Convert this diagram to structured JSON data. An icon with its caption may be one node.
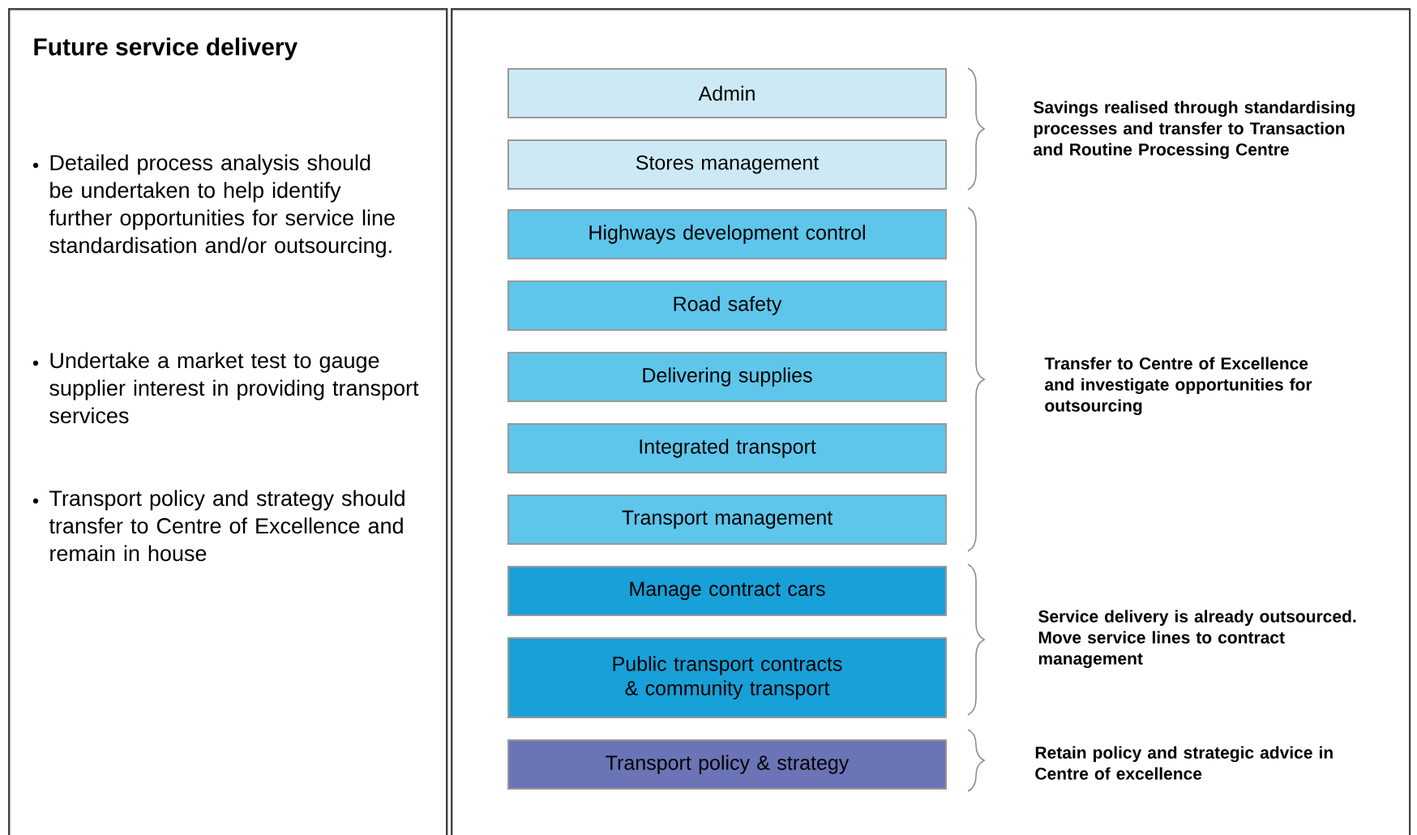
{
  "diagram": {
    "nodes": [
      {
        "text": [
          "Future service delivery",
          "Detailed process analysis should be undertaken to help identify further opportunities for service line standardisation and/or outsourcing.",
          "Undertake a market test to gauge supplier interest in providing transport services",
          "Transport policy and strategy should transfer to Centre of Excellence and remain in house"
        ]
      },
      {
        "text": [],
        "shape": "box"
      },
      {
        "text": [
          "Admin"
        ],
        "in": 1
      },
      {
        "text": [
          "Stores management"
        ],
        "in": 1
      },
      {
        "text": [
          "Highways development control"
        ],
        "in": 1
      },
      {
        "text": [
          "Road safety"
        ],
        "in": 1
      },
      {
        "text": [
          "Delivering supplies"
        ],
        "in": 1
      },
      {
        "text": [
          "Integrated transport"
        ],
        "in": 1
      },
      {
        "text": [
          "Transport management"
        ],
        "in": 1
      },
      {
        "text": [
          "Manage contract cars"
        ],
        "in": 1
      },
      {
        "text": [
          "Public transport contracts & community transport"
        ],
        "in": 1
      },
      {
        "text": [
          "Transport policy & strategy"
        ],
        "in": 1
      }
    ],
    "labels": [
      "Savings realised through standardising processes and transfer to Transaction and Routine Processing Centre",
      "Transfer to Centre of Excellence and investigate opportunities for outsourcing",
      "Service delivery is already outsourced. Move service lines to contract management",
      "Retain policy and strategic advice in Centre of excellence"
    ]
  }
}
